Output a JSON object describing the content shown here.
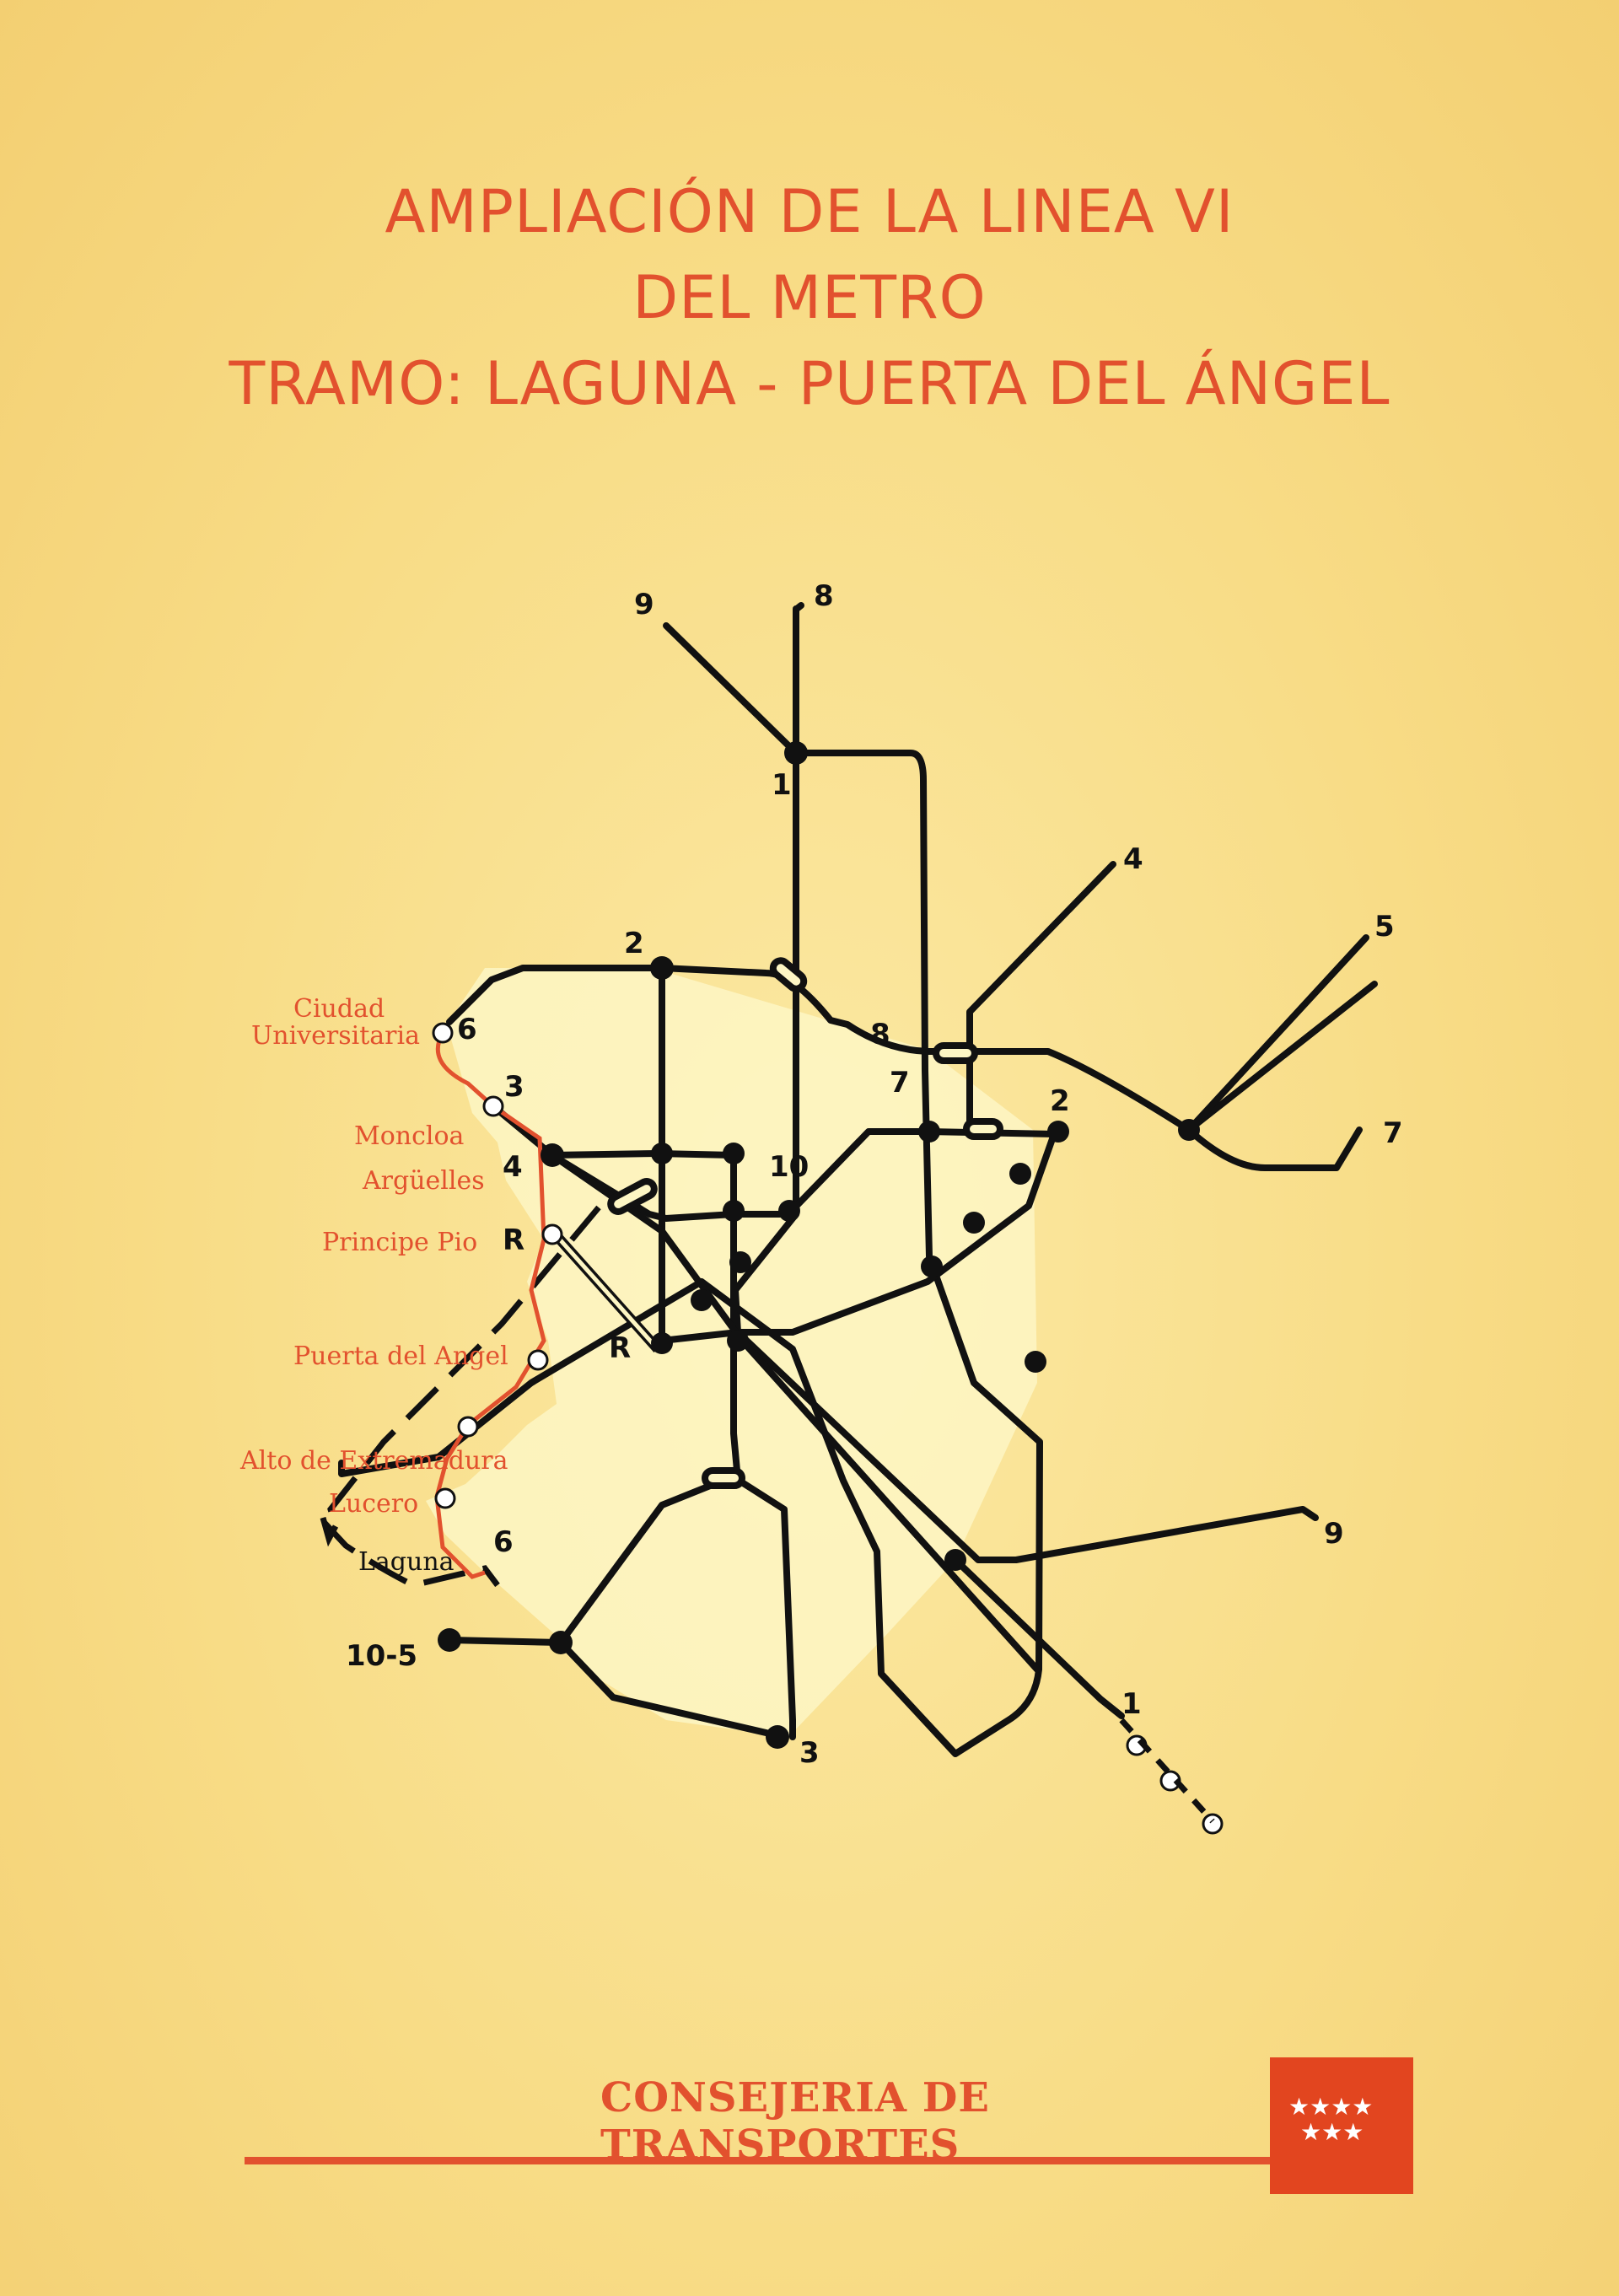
{
  "title": {
    "line1": "AMPLIACIÓN DE LA LINEA VI",
    "line2": "DEL METRO",
    "line3": "TRAMO: LAGUNA - PUERTA DEL ÁNGEL"
  },
  "map": {
    "line_labels": {
      "n9": "9",
      "n8": "8",
      "n1": "1",
      "n2": "2",
      "n4": "4",
      "n5": "5",
      "n7": "7",
      "n8b": "8",
      "n7b": "7",
      "n2b": "2",
      "n10": "10",
      "n4b": "4",
      "nr1": "R",
      "nr2": "R",
      "n6a": "6",
      "n3a": "3",
      "n6b": "6",
      "n105": "10-5",
      "n3b": "3",
      "n1b": "1",
      "n9b": "9"
    },
    "stations": {
      "ciudad_1": "Ciudad",
      "ciudad_2": "Universitaria",
      "moncloa": "Moncloa",
      "arguelles": "Argüelles",
      "principe_pio": "Principe Pio",
      "puerta_angel": "Puerta del Angel",
      "alto_extremadura": "Alto de  Extremadura",
      "lucero": "Lucero",
      "laguna": "Laguna"
    }
  },
  "footer": {
    "consejeria": "CONSEJERIA DE TRANSPORTES"
  },
  "colors": {
    "accent": "#e2512e",
    "line": "#111111",
    "background": "#f9e08a",
    "logo": "#e2451f"
  }
}
